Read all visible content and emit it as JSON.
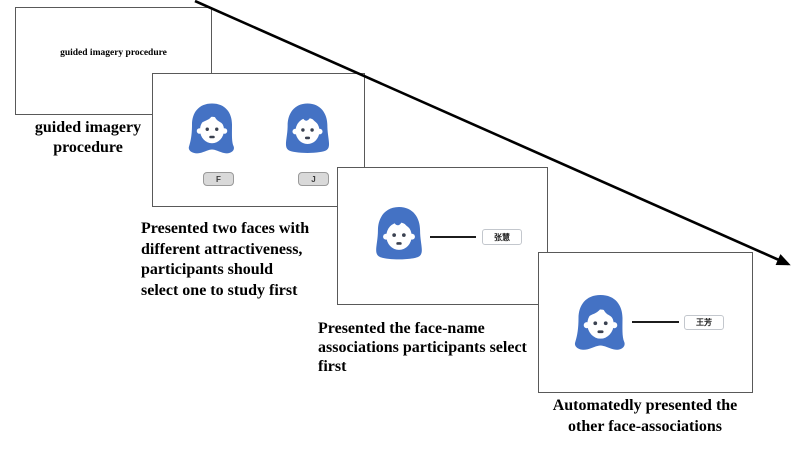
{
  "figure": {
    "colors": {
      "face_blue": "#4472c4",
      "panel_border": "#595959",
      "key_fill": "#d9d9d9",
      "arrow": "#000000"
    },
    "panels": [
      {
        "name": "guided-imagery-screen",
        "screen_text": "guided imagery procedure",
        "caption": "guided imagery\nprocedure"
      },
      {
        "name": "two-faces-choice-screen",
        "key_labels": [
          "F",
          "J"
        ],
        "caption": "Presented two faces with\ndifferent attractiveness,\nparticipants should\nselect one to study first"
      },
      {
        "name": "selected-face-name-screen",
        "name_label": "张慧",
        "caption": "Presented the face-name\nassociations participants select\nfirst"
      },
      {
        "name": "other-face-name-screen",
        "name_label": "王芳",
        "caption": "Automatedly presented the\nother face-associations"
      }
    ]
  }
}
